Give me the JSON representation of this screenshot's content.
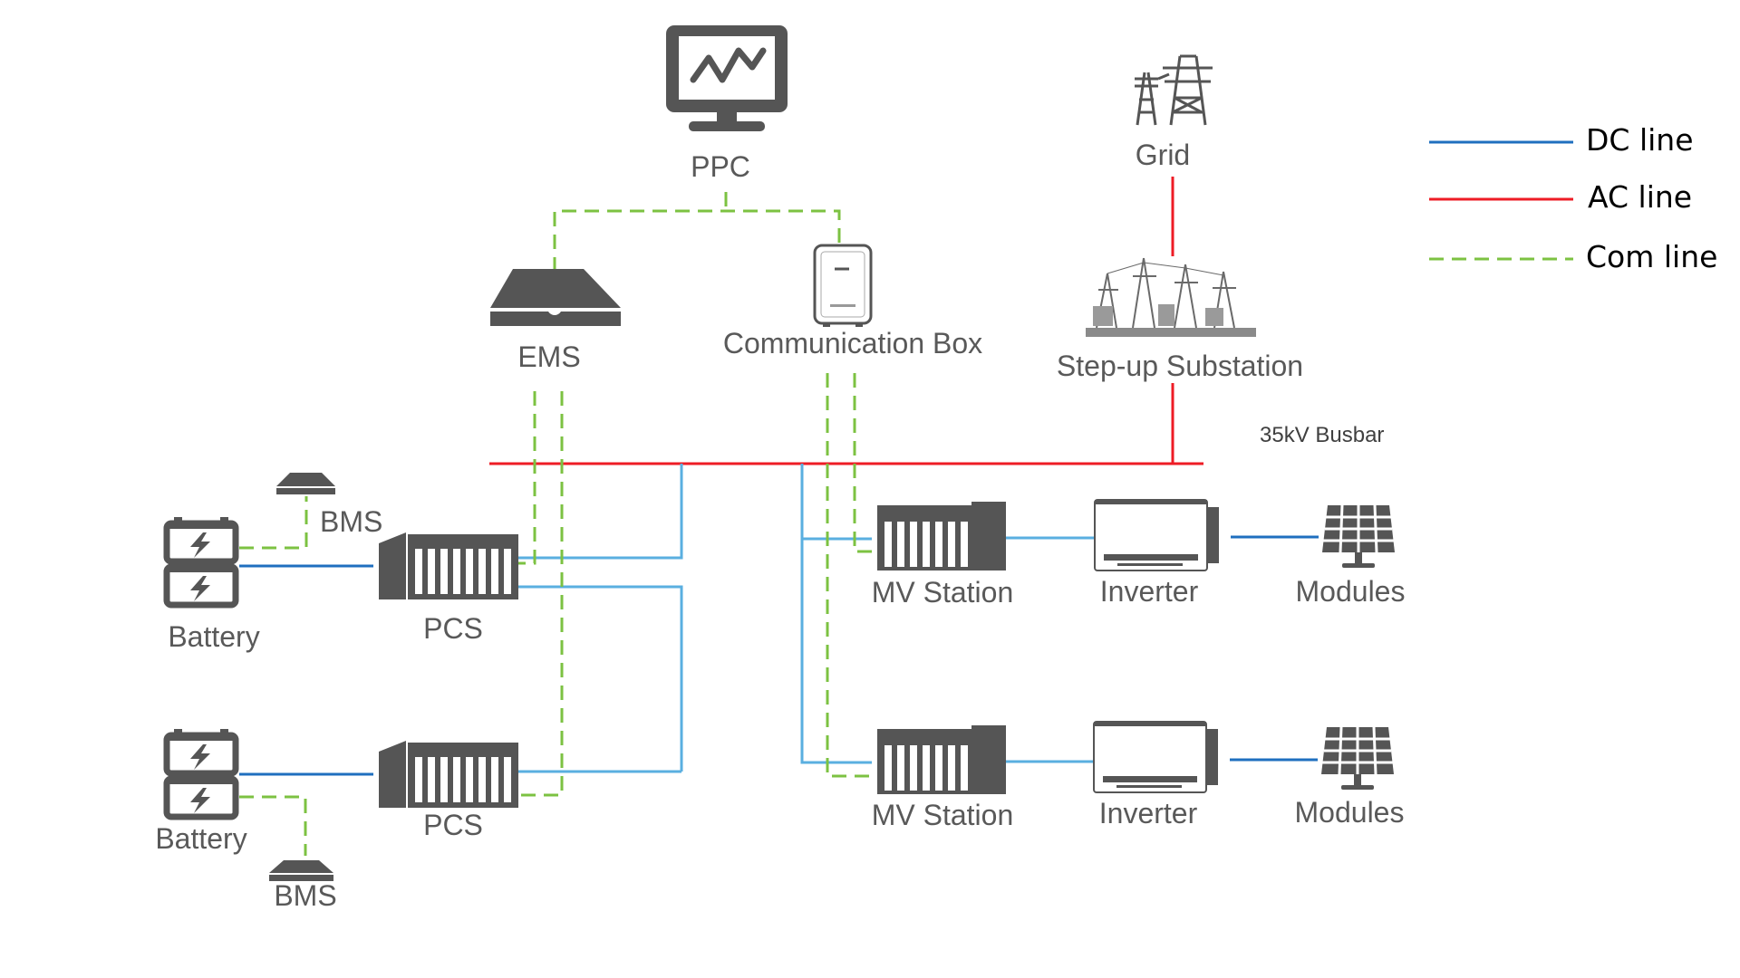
{
  "labels": {
    "ppc": "PPC",
    "grid": "Grid",
    "ems": "EMS",
    "comm_box": "Communication Box",
    "substation": "Step-up Substation",
    "busbar": "35kV Busbar",
    "bms_top": "BMS",
    "bms_bottom": "BMS",
    "battery_top": "Battery",
    "battery_bottom": "Battery",
    "pcs_top": "PCS",
    "pcs_bottom": "PCS",
    "mv_station_top": "MV Station",
    "mv_station_bottom": "MV Station",
    "inverter_top": "Inverter",
    "inverter_bottom": "Inverter",
    "modules_top": "Modules",
    "modules_bottom": "Modules"
  },
  "legend": {
    "dc": {
      "label": "DC line",
      "color": "#1f6fbf"
    },
    "ac": {
      "label": "AC line",
      "color": "#ee1c25"
    },
    "com": {
      "label": "Com line",
      "color": "#7cc242"
    }
  },
  "icons": {
    "ppc": "monitor-icon",
    "grid": "power-tower-icon",
    "ems": "server-icon",
    "comm_box": "comm-box-icon",
    "substation": "substation-icon",
    "bms": "bms-icon",
    "battery": "battery-icon",
    "pcs": "container-icon",
    "mv_station": "container-icon",
    "inverter": "inverter-icon",
    "modules": "solar-panel-icon"
  }
}
